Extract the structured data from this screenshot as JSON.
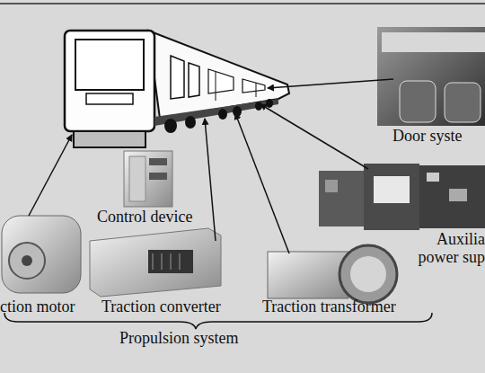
{
  "diagram": {
    "labels": [
      "Door syste",
      "Control device",
      "Auxilia power sup",
      "ction motor",
      "Traction converter",
      "Traction transformer",
      "Propulsion system"
    ]
  }
}
